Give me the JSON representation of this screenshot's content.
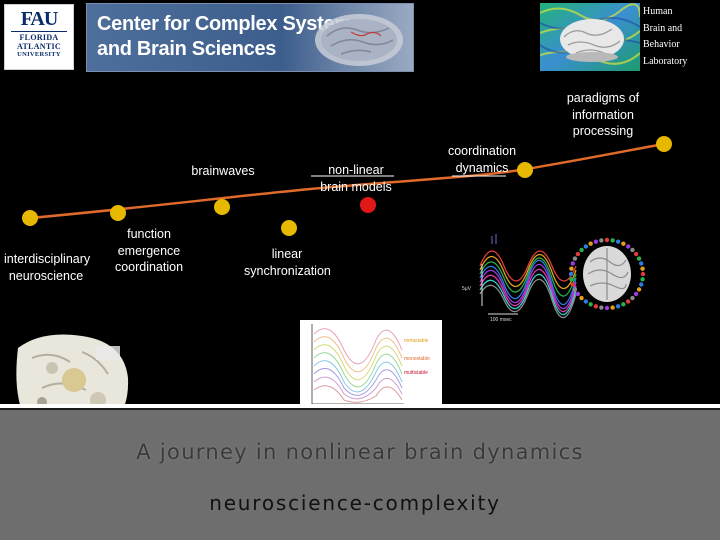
{
  "header": {
    "fau_logo": {
      "monogram": "FAU",
      "line1": "FLORIDA",
      "line2": "ATLANTIC",
      "line3": "UNIVERSITY"
    },
    "center_title": "Center for Complex Systems\nand Brain Sciences",
    "lab_name": "Human\nBrain and\nBehavior\nLaboratory"
  },
  "timeline": {
    "labels": {
      "paradigms": "paradigms of information processing",
      "coordination": "coordination dynamics",
      "nonlinear": "non-linear brain models",
      "brainwaves": "brainwaves",
      "function": "function emergence coordination",
      "linear": "linear synchronization",
      "interdisciplinary": "interdisciplinary neuroscience"
    },
    "colors": {
      "line": "#e06a2a",
      "node": "#e6b800",
      "node_active": "#e01818"
    }
  },
  "figures": {
    "wave_axis_label": "5μV",
    "wave_time_label": "100 msec",
    "curve_legend": [
      "metastable",
      "monostable",
      "multistable"
    ]
  },
  "footer": {
    "title": "A journey in nonlinear brain dynamics",
    "subtitle": "neuroscience-complexity"
  }
}
